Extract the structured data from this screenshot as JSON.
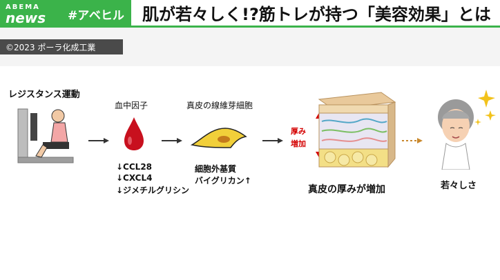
{
  "banner": {
    "logo_top": "ABEMA",
    "logo_bottom": "news",
    "hashtag": "#アベヒル",
    "headline": "肌が若々しく!?筋トレが持つ「美容効果」とは"
  },
  "copyright": "©2023 ポーラ化成工業",
  "diagram": {
    "resistance_label": "レジスタンス運動",
    "blood_factor_label": "血中因子",
    "blood_factors": [
      "↓CCL28",
      "↓CXCL4",
      "↓ジメチルグリシン"
    ],
    "fibroblast_label": "真皮の線維芽細胞",
    "matrix_lines": [
      "細胞外基質",
      "バイグリカン↑"
    ],
    "thickness_tag": [
      "厚み",
      "増加"
    ],
    "dermis_caption": "真皮の厚みが増加",
    "youth_caption": "若々しさ"
  },
  "colors": {
    "accent": "#3bb34a",
    "blood": "#c8101e",
    "red_tag": "#d40000"
  }
}
